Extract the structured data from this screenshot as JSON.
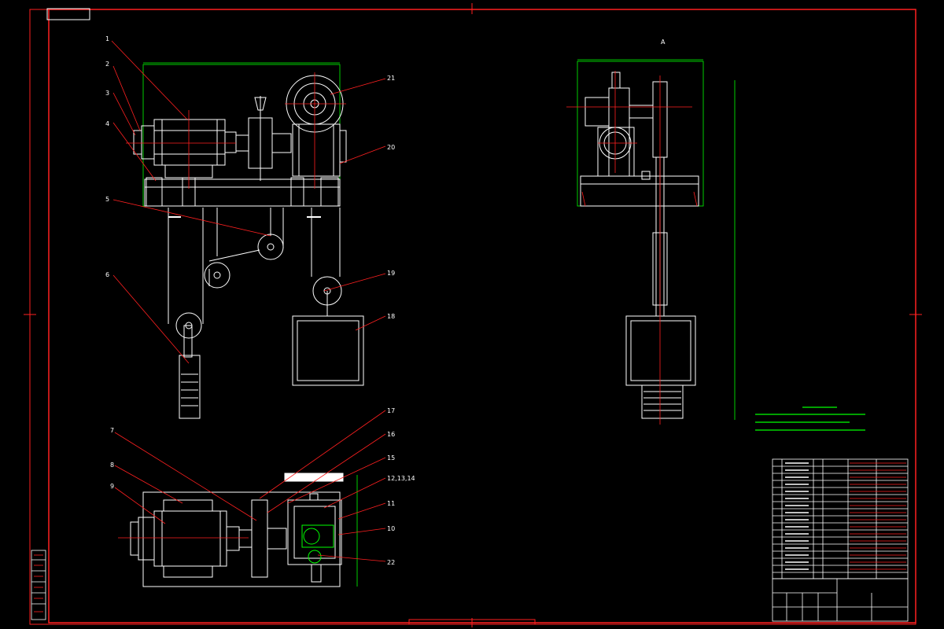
{
  "view_label": "A",
  "callouts": {
    "c1": "1",
    "c2": "2",
    "c3": "3",
    "c4": "4",
    "c5": "5",
    "c6": "6",
    "c7": "7",
    "c8": "8",
    "c9": "9",
    "c10": "10",
    "c11": "11",
    "c12": "12,13,14",
    "c15": "15",
    "c16": "16",
    "c17": "17",
    "c18": "18",
    "c19": "19",
    "c20": "20",
    "c21": "21",
    "c22": "22"
  }
}
